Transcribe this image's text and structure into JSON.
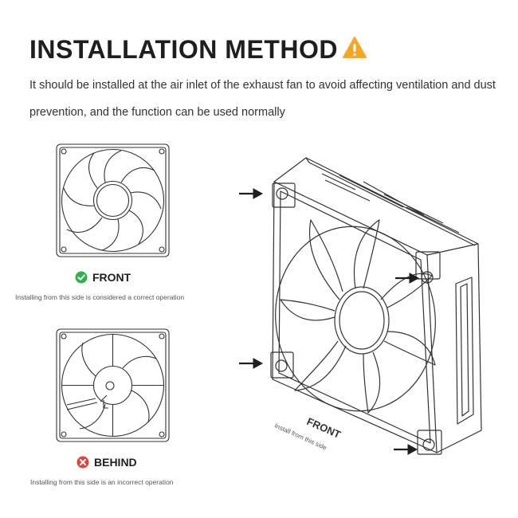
{
  "header": {
    "title": "INSTALLATION METHOD",
    "description": "It should be installed at the air inlet of the exhaust fan to avoid affecting ventilation and dust prevention, and the function can be used normally"
  },
  "front_panel": {
    "label": "FRONT",
    "caption": "Installing from this side is considered a correct operation",
    "status_icon": "check-circle-icon",
    "status_color": "#2fb24a"
  },
  "behind_panel": {
    "label": "BEHIND",
    "caption": "Installing from this side is an incorrect operation",
    "status_icon": "x-circle-icon",
    "status_color": "#e0463a"
  },
  "diagram": {
    "front_label": "FRONT",
    "front_caption": "Install from this side"
  },
  "colors": {
    "warning": "#f5a623",
    "line": "#333333"
  }
}
